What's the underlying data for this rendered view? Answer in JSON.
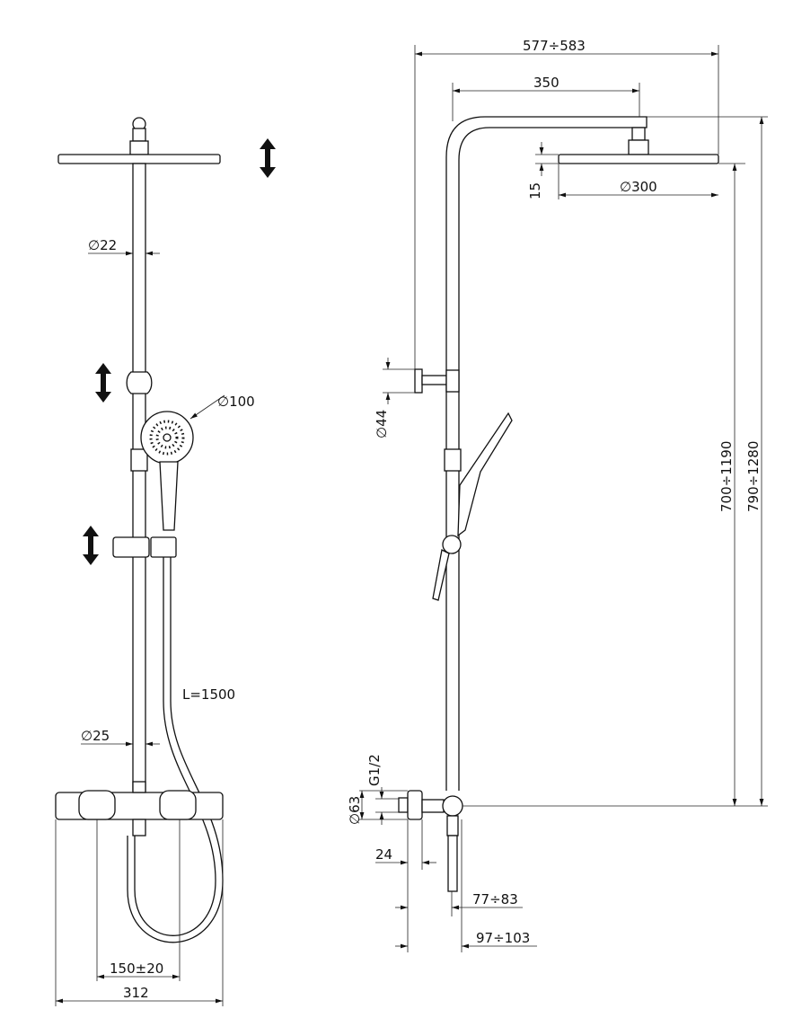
{
  "front_view": {
    "pipe_diameter": "∅22",
    "handshower_diameter": "∅100",
    "hose_length": "L=1500",
    "lower_pipe_diameter": "∅25",
    "inlet_spacing": "150±20",
    "mixer_width": "312"
  },
  "side_view": {
    "total_projection": "577÷583",
    "arm_length": "350",
    "head_thickness": "15",
    "head_diameter": "∅300",
    "holder_diameter": "∅44",
    "height_head": "700÷1190",
    "height_arm": "790÷1280",
    "thread": "G1/2",
    "escutcheon_diameter": "∅63",
    "escutcheon_depth": "24",
    "wall_distance_pipe": "77÷83",
    "wall_distance_total": "97÷103"
  }
}
